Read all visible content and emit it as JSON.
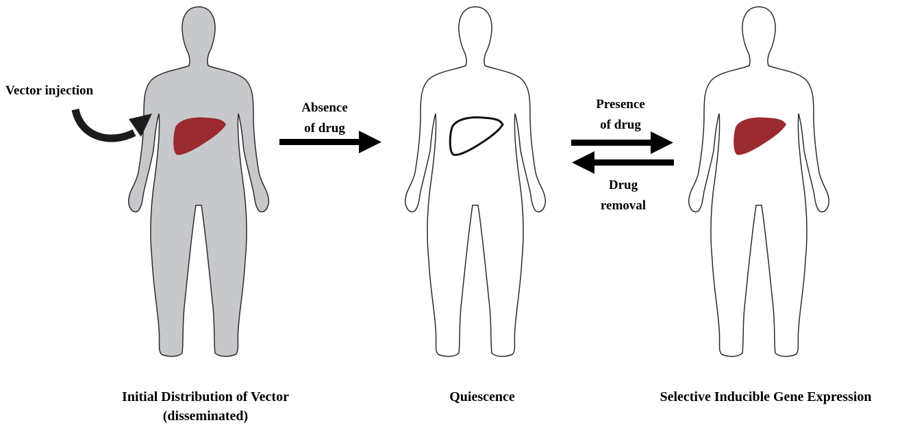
{
  "figures": [
    {
      "id": "initial",
      "caption_line1": "Initial Distribution of Vector",
      "caption_line2": "(disseminated)",
      "body_fill": "#c6c8cb",
      "liver_style": "filled"
    },
    {
      "id": "quiescence",
      "caption_line1": "Quiescence",
      "body_fill": "#ffffff",
      "liver_style": "outline"
    },
    {
      "id": "induced",
      "caption_line1": "Selective Inducible Gene Expression",
      "body_fill": "#ffffff",
      "liver_style": "filled"
    }
  ],
  "injection_label": "Vector injection",
  "transitions": {
    "absence": {
      "line1": "Absence",
      "line2": "of  drug"
    },
    "presence": {
      "line1": "Presence",
      "line2": "of drug"
    },
    "removal": {
      "line1": "Drug",
      "line2": "removal"
    }
  },
  "colors": {
    "liver": "#9b2a30",
    "outline": "#2b2b2b",
    "arrow": "#000000"
  }
}
